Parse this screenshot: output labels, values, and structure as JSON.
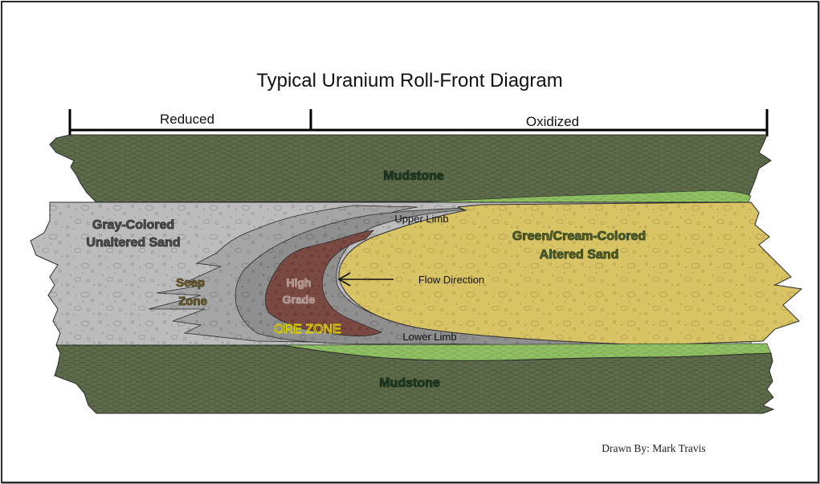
{
  "diagram": {
    "title": "Typical Uranium Roll-Front Diagram",
    "sections": {
      "reduced": "Reduced",
      "oxidized": "Oxidized"
    },
    "layers": {
      "mudstone_top": "Mudstone",
      "mudstone_bottom": "Mudstone",
      "unaltered_sand_line1": "Gray-Colored",
      "unaltered_sand_line2": "Unaltered Sand",
      "altered_sand_line1": "Green/Cream-Colored",
      "altered_sand_line2": "Altered Sand"
    },
    "zones": {
      "seep_line1": "Seep",
      "seep_line2": "Zone",
      "high_grade_line1": "High",
      "high_grade_line2": "Grade",
      "ore_zone": "ORE ZONE",
      "upper_limb": "Upper Limb",
      "lower_limb": "Lower Limb",
      "flow_direction": "Flow Direction"
    },
    "credit": "Drawn By: Mark Travis",
    "colors": {
      "mudstone": "#5d6b4a",
      "mudstone_dash": "#48553a",
      "green_clay": "#8fbe63",
      "unaltered_sand": "#b9b9b9",
      "seep_zone": "#a3a3a3",
      "limb_zone": "#8e8e8e",
      "high_grade": "#7a4a42",
      "altered_sand": "#d9c465",
      "ore_zone_text": "#f2e600",
      "mudstone_text": "#1e3a22"
    }
  }
}
